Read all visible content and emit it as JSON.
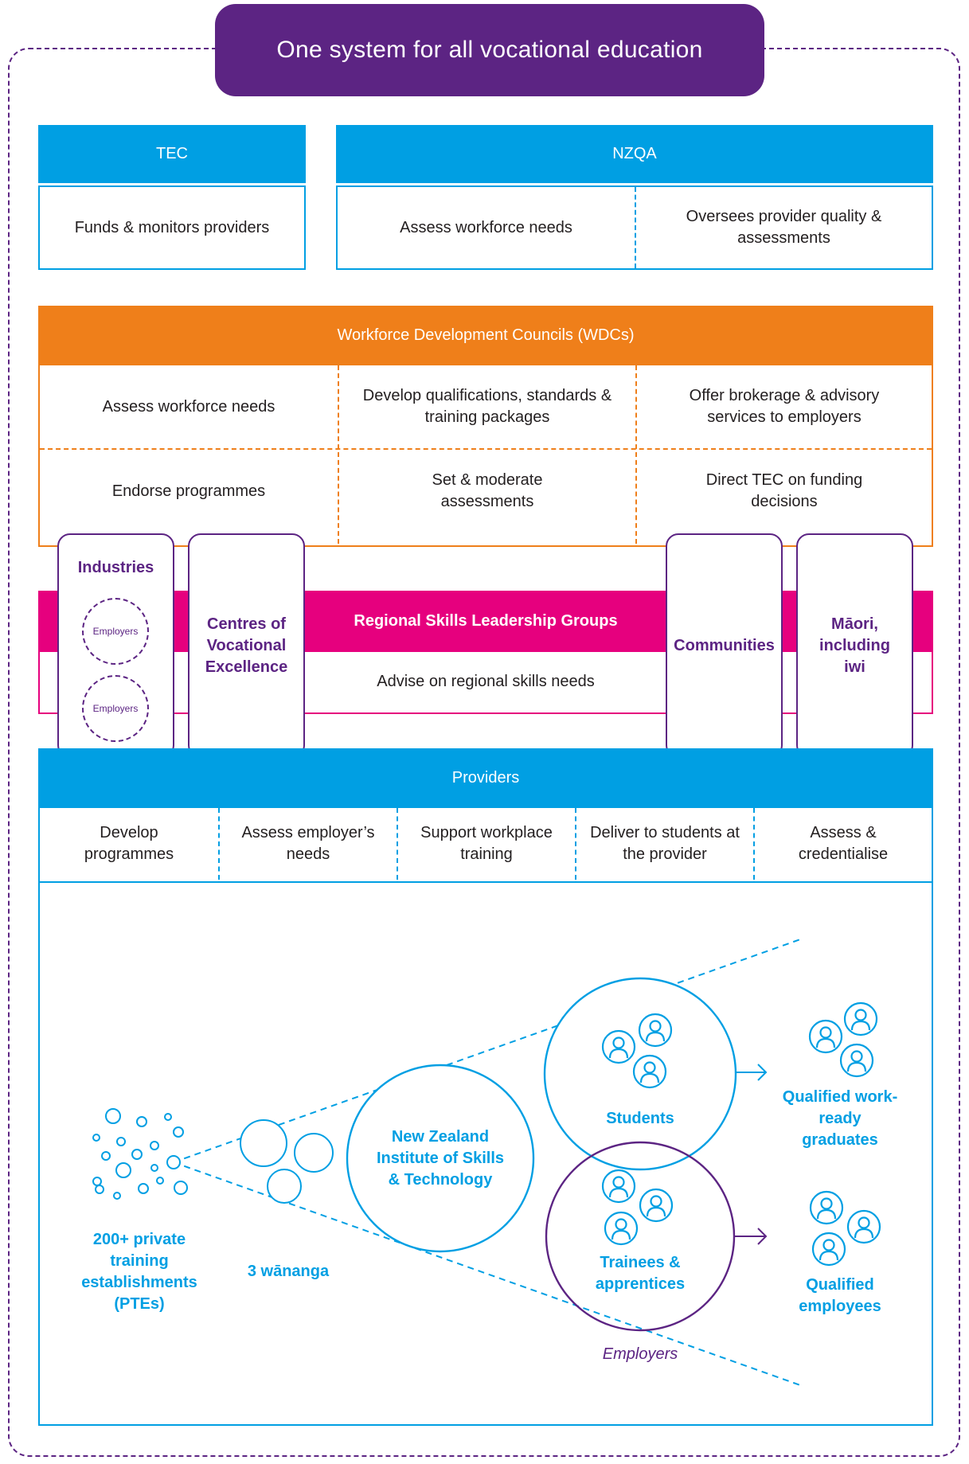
{
  "banner": {
    "title": "One system for all vocational education"
  },
  "tec": {
    "header": "TEC",
    "role": "Funds & monitors providers"
  },
  "nzqa": {
    "header": "NZQA",
    "roles": [
      "Assess workforce needs",
      "Oversees provider quality & assessments"
    ]
  },
  "wdc": {
    "header": "Workforce Development Councils (WDCs)",
    "roles": [
      "Assess workforce needs",
      "Develop qualifications, standards & training packages",
      "Offer brokerage & advisory services to employers",
      "Endorse programmes",
      "Set & moderate assessments",
      "Direct TEC on funding decisions"
    ]
  },
  "rslg": {
    "header": "Regional Skills Leadership Groups",
    "role": "Advise on regional skills needs"
  },
  "pillars": {
    "industries": {
      "label": "Industries",
      "employers": [
        "Employers",
        "Employers"
      ]
    },
    "cove": "Centres of Vocational Excellence",
    "communities": "Communities",
    "maori": "Māori, including iwi"
  },
  "providers": {
    "header": "Providers",
    "roles": [
      "Develop programmes",
      "Assess employer’s needs",
      "Support workplace training",
      "Deliver to students at the provider",
      "Assess & credentialise"
    ]
  },
  "flow": {
    "ptes": "200+ private training establishments (PTEs)",
    "wananga": "3 wānanga",
    "nzist": "New Zealand Institute of Skills & Technology",
    "students": "Students",
    "trainees": "Trainees & apprentices",
    "employers": "Employers",
    "graduates": "Qualified work-ready graduates",
    "employees": "Qualified employees"
  },
  "colors": {
    "purple": "#5c2483",
    "blue": "#009fe3",
    "orange": "#ef7f1a",
    "pink": "#e6007e"
  },
  "icons": [
    "person-icon",
    "arrow-right-icon"
  ]
}
